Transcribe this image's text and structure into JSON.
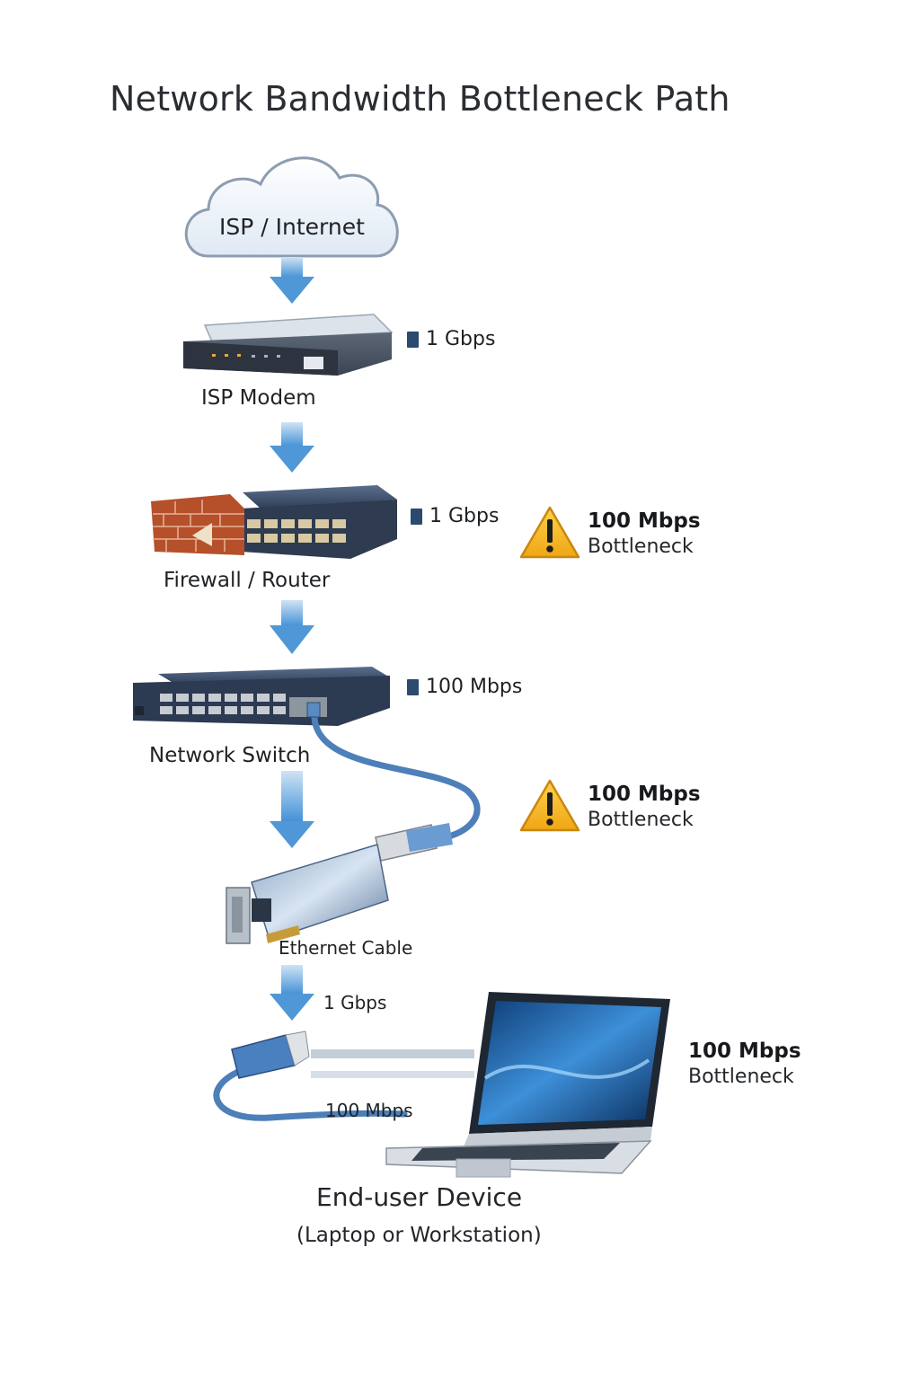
{
  "title": "Network Bandwidth Bottleneck Path",
  "nodes": {
    "cloud": "ISP / Internet",
    "modem": "ISP Modem",
    "router": "Firewall / Router",
    "switch": "Network Switch",
    "cable": "Ethernet Cable",
    "device": "End-user Device",
    "device_sub": "(Laptop or Workstation)"
  },
  "speeds": {
    "modem": "1 Gbps",
    "router": "1 Gbps",
    "switch": "100 Mbps",
    "nic": "1 Gbps",
    "cable": "100 Mbps"
  },
  "bottlenecks": [
    {
      "value": "100 Mbps",
      "label": "Bottleneck"
    },
    {
      "value": "100 Mbps",
      "label": "Bottleneck"
    },
    {
      "value": "100 Mbps",
      "label": "Bottleneck"
    }
  ],
  "icons": [
    "cloud-icon",
    "modem-icon",
    "firewall-router-icon",
    "network-switch-icon",
    "nic-card-icon",
    "ethernet-plug-icon",
    "laptop-icon",
    "warning-icon"
  ],
  "colors": {
    "arrow": "#4f97d6",
    "speed_marker": "#2b4a70",
    "warning": "#f2b31a",
    "device_dark": "#2a3645",
    "cable": "#4d7fb8"
  }
}
